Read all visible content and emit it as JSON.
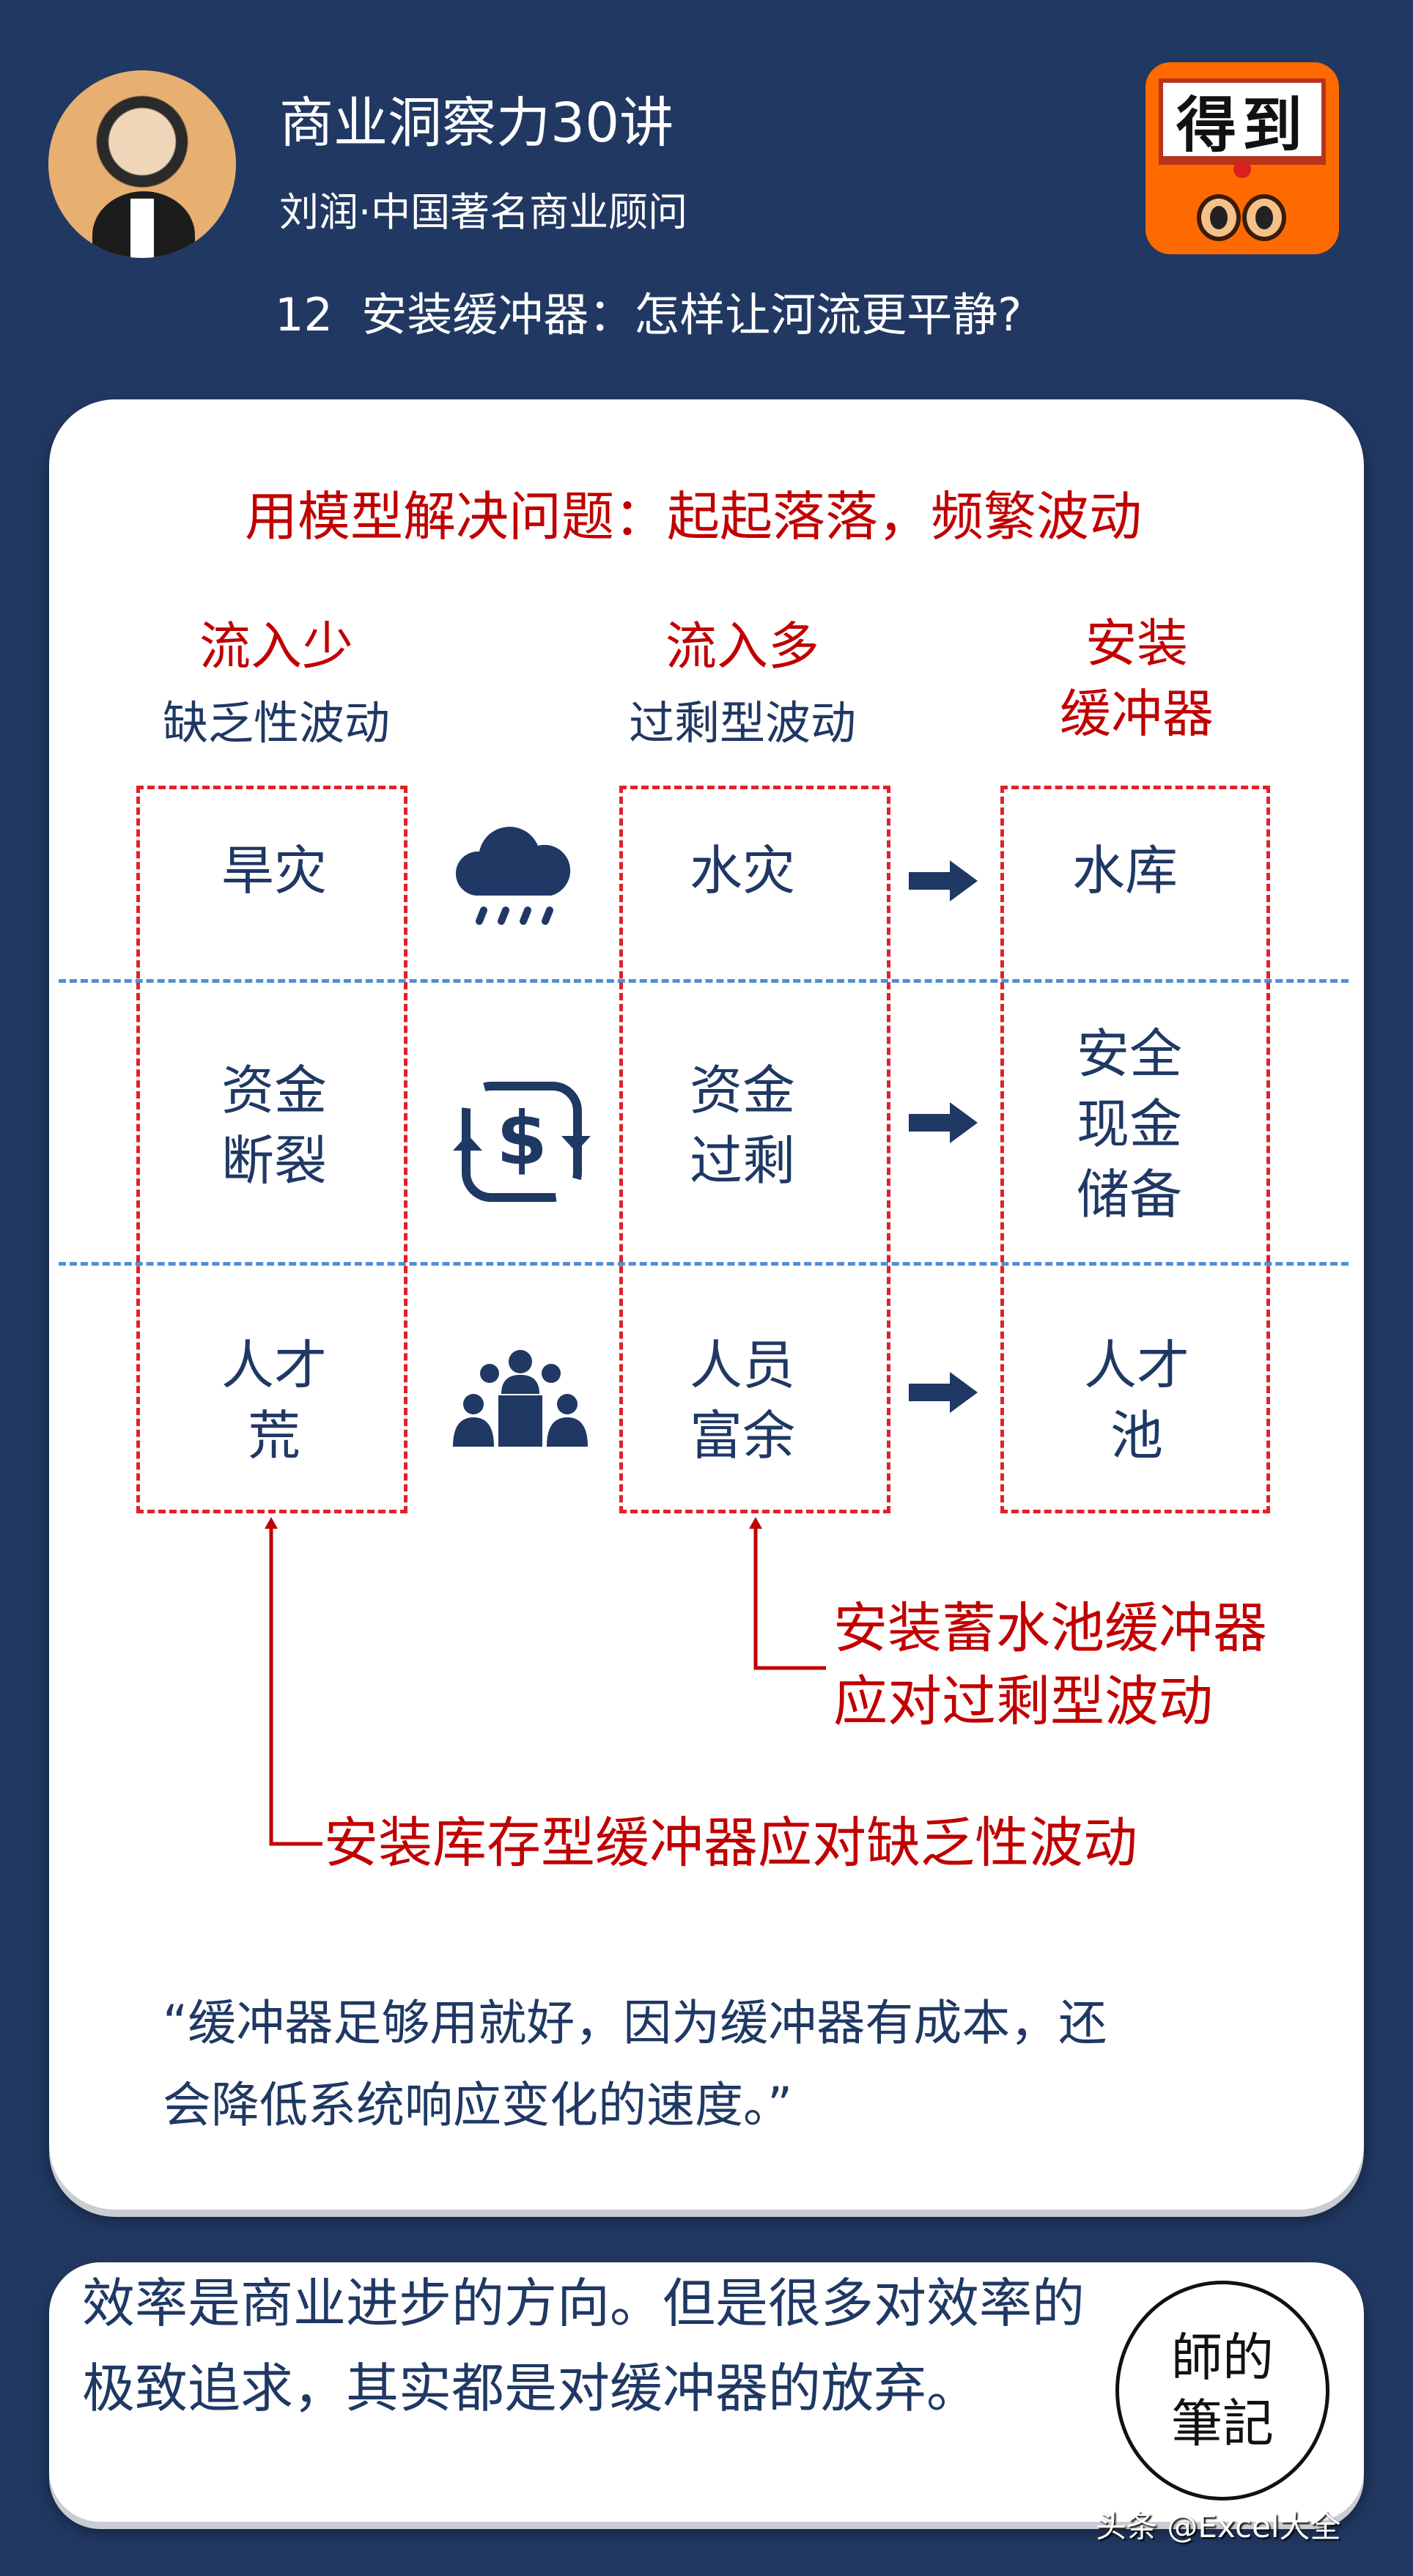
{
  "header": {
    "course_title": "商业洞察力30讲",
    "author": "刘润·中国著名商业顾问",
    "lesson": "12  安装缓冲器：怎样让河流更平静?",
    "logo_text": "得到"
  },
  "card": {
    "heading": "用模型解决问题：起起落落，频繁波动",
    "columns": [
      {
        "title": "流入少",
        "subtitle": "缺乏性波动"
      },
      {
        "title": "流入多",
        "subtitle": "过剩型波动"
      },
      {
        "title": "安装\n缓冲器",
        "subtitle": ""
      }
    ],
    "rows": [
      {
        "icon": "cloud-rain-icon",
        "cells": [
          "旱灾",
          "水灾",
          "水库"
        ]
      },
      {
        "icon": "dollar-exchange-icon",
        "cells": [
          "资金\n断裂",
          "资金\n过剩",
          "安全\n现金\n储备"
        ]
      },
      {
        "icon": "team-meeting-icon",
        "cells": [
          "人才\n荒",
          "人员\n富余",
          "人才\n池"
        ]
      }
    ],
    "callout_surplus": "安装蓄水池缓冲器\n应对过剩型波动",
    "callout_shortage": "安装库存型缓冲器应对缺乏性波动",
    "quote": "“缓冲器足够用就好，因为缓冲器有成本，还\n会降低系统响应变化的速度。”"
  },
  "summary": {
    "text": "效率是商业进步的方向。但是很多对效率的极致追求，其实都是对缓冲器的放弃。",
    "stamp_text": "師的筆記"
  },
  "watermark": "头条 @Excel大全",
  "colors": {
    "background": "#213862",
    "accent_red": "#c00000",
    "navy": "#1f3864",
    "divider_blue": "#4f8fd6",
    "logo_orange": "#ff6a00"
  }
}
